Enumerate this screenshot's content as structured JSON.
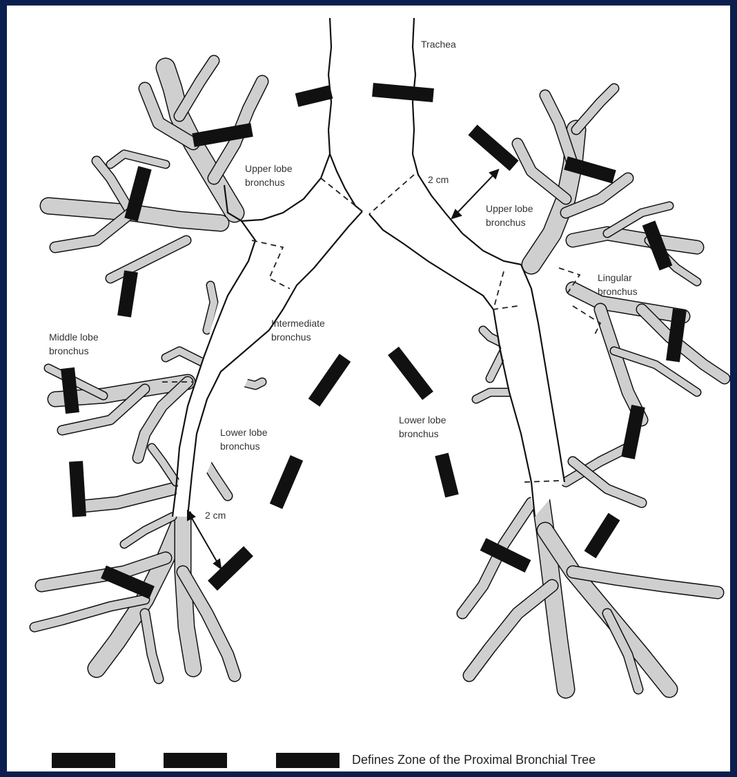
{
  "labels": {
    "trachea": "Trachea",
    "right_upper_lobe": "Upper lobe\nbronchus",
    "left_upper_lobe": "Upper lobe\nbronchus",
    "lingular": "Lingular\nbronchus",
    "intermediate": "Intermediate\nbronchus",
    "middle_lobe": "Middle lobe\nbronchus",
    "right_lower_lobe": "Lower lobe\nbronchus",
    "left_lower_lobe": "Lower lobe\nbronchus",
    "measure_upper": "2 cm",
    "measure_lower": "2 cm"
  },
  "legend": {
    "text": "Defines Zone of the Proximal Bronchial Tree"
  },
  "colors": {
    "frame": "#0a1f4e",
    "airway_fill": "#cfcfcf",
    "zone_marker": "#111111"
  }
}
